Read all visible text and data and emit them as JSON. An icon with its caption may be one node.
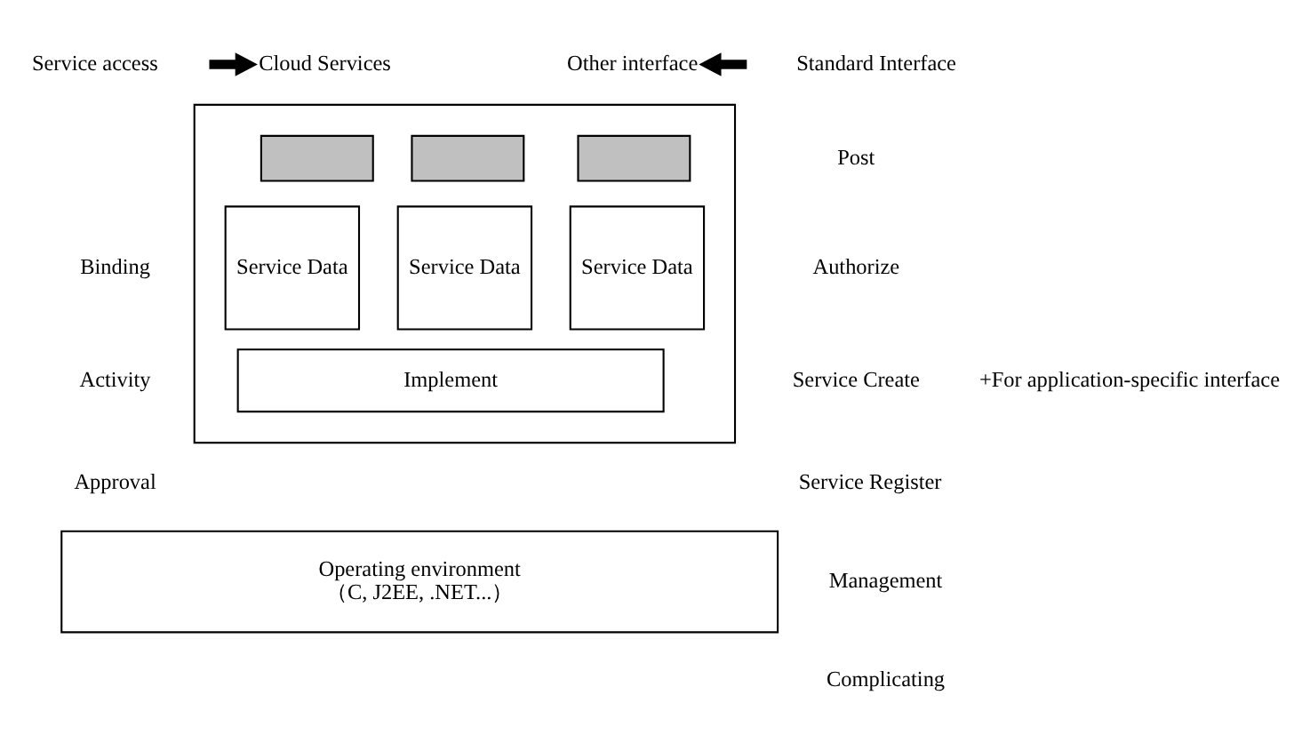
{
  "diagram": {
    "nodes": [
      {
        "text": [],
        "shape": "box"
      },
      {
        "text": [],
        "shape": "box",
        "in": 0
      },
      {
        "text": [],
        "shape": "box",
        "in": 0
      },
      {
        "text": [],
        "shape": "box",
        "in": 0
      },
      {
        "text": [
          "Service Data"
        ],
        "in": 0
      },
      {
        "text": [
          "Service Data"
        ],
        "in": 0
      },
      {
        "text": [
          "Service Data"
        ],
        "in": 0
      },
      {
        "text": [
          "Implement"
        ],
        "in": 0
      },
      {
        "text": [
          "Operating environment",
          "（C, J2EE, .NET...）"
        ]
      },
      {
        "text": [
          "Cloud Services"
        ]
      },
      {
        "text": [
          "Other interface"
        ]
      }
    ],
    "edges": [
      {
        "from": null,
        "to": 9,
        "arrow": "to"
      },
      {
        "from": null,
        "to": 10,
        "arrow": "to"
      }
    ],
    "labels": [
      "Service access",
      "Standard Interface",
      "Post",
      "Authorize",
      "Service Create",
      "Service Register",
      "Management",
      "Complicating",
      "Binding",
      "Activity",
      "Approval",
      "+For application-specific interface"
    ]
  }
}
